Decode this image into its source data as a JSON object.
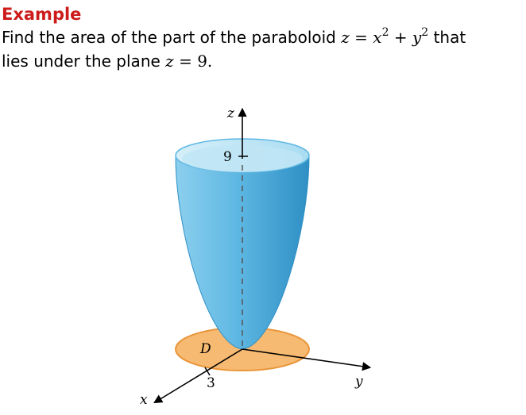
{
  "heading": "Example",
  "problem": {
    "line1_text": "Find the area of the part of the paraboloid",
    "eq1_lhs": "z",
    "eq1_sign": "=",
    "eq1_x": "x",
    "eq1_x_exp": "2",
    "eq1_plus": "+",
    "eq1_y": "y",
    "eq1_y_exp": "2",
    "line1_tail": "that",
    "line2_text": "lies under the plane",
    "eq2_lhs": "z",
    "eq2_sign": "=",
    "eq2_rhs": "9."
  },
  "figure": {
    "z_axis_label": "z",
    "y_axis_label": "y",
    "x_axis_label": "x",
    "height_tick_label": "9",
    "radius_tick_label": "3",
    "region_label": "D",
    "colors": {
      "paraboloid": "#5fb8e3",
      "paraboloid_dark": "#2f8fc4",
      "paraboloid_top": "#bfe5f5",
      "disk_fill": "#f7b76b",
      "disk_stroke": "#e8902f",
      "axis": "#000000"
    }
  }
}
